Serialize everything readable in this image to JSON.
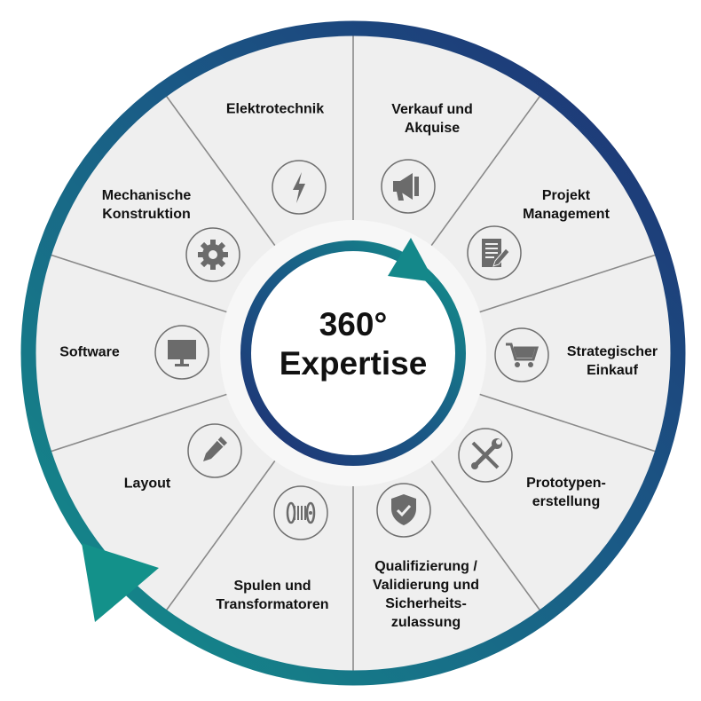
{
  "center": {
    "line1": "360°",
    "line2": "Expertise"
  },
  "segments": [
    {
      "lines": [
        "Elektrotechnik"
      ],
      "icon": "lightning-icon"
    },
    {
      "lines": [
        "Verkauf und",
        "Akquise"
      ],
      "icon": "megaphone-icon"
    },
    {
      "lines": [
        "Projekt",
        "Management"
      ],
      "icon": "document-pencil-icon"
    },
    {
      "lines": [
        "Strategischer",
        "Einkauf"
      ],
      "icon": "shopping-cart-icon"
    },
    {
      "lines": [
        "Prototypen-",
        "erstellung"
      ],
      "icon": "tools-icon"
    },
    {
      "lines": [
        "Qualifizierung /",
        "Validierung und",
        "Sicherheits-",
        "zulassung"
      ],
      "icon": "shield-check-icon"
    },
    {
      "lines": [
        "Spulen und",
        "Transformatoren"
      ],
      "icon": "coil-icon"
    },
    {
      "lines": [
        "Layout"
      ],
      "icon": "pencil-icon"
    },
    {
      "lines": [
        "Software"
      ],
      "icon": "monitor-icon"
    },
    {
      "lines": [
        "Mechanische",
        "Konstruktion"
      ],
      "icon": "gear-icon"
    }
  ],
  "colors": {
    "teal": "#13918a",
    "navy": "#1f2f73",
    "sector": "#efefef",
    "icon": "#6b6b6b"
  }
}
